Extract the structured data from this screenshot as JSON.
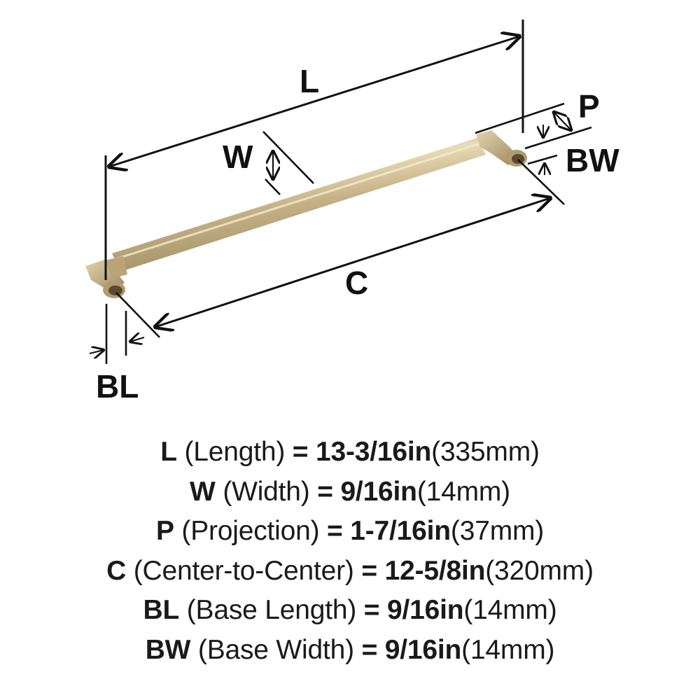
{
  "diagram": {
    "product": "bar pull (champagne bronze finish)",
    "finish_color": "#c8b48a",
    "line_color": "#111111",
    "labels": {
      "L": "L",
      "W": "W",
      "P": "P",
      "C": "C",
      "BL": "BL",
      "BW": "BW"
    }
  },
  "specs": [
    {
      "code": "L",
      "name": "(Length)",
      "eq": "=",
      "inch": "13-3/16in",
      "mm": "(335mm)"
    },
    {
      "code": "W",
      "name": "(Width)",
      "eq": "=",
      "inch": "9/16in",
      "mm": "(14mm)"
    },
    {
      "code": "P",
      "name": "(Projection)",
      "eq": "=",
      "inch": "1-7/16in",
      "mm": "(37mm)"
    },
    {
      "code": "C",
      "name": "(Center-to-Center)",
      "eq": "=",
      "inch": "12-5/8in",
      "mm": "(320mm)"
    },
    {
      "code": "BL",
      "name": "(Base Length)",
      "eq": "=",
      "inch": "9/16in",
      "mm": "(14mm)"
    },
    {
      "code": "BW",
      "name": "(Base Width)",
      "eq": "=",
      "inch": "9/16in",
      "mm": "(14mm)"
    }
  ]
}
